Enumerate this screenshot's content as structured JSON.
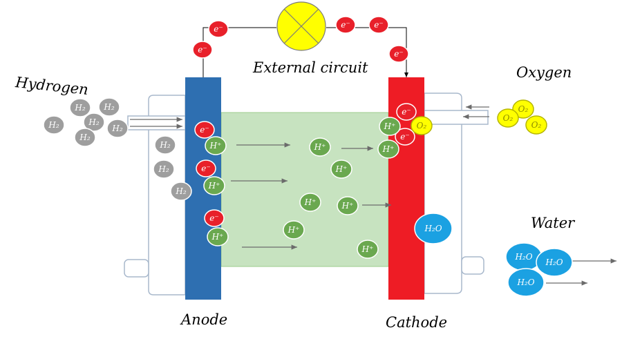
{
  "colors": {
    "anode": "#2e6fb1",
    "cathode": "#ee1c25",
    "electrolyte": "#c7e3c0",
    "electron": "#e8202a",
    "proton": "#6aa84f",
    "hydrogen": "#9e9e9e",
    "oxygen": "#ffff00",
    "water": "#1ba1e2",
    "lamp": "#ffff00"
  },
  "labels": {
    "hydrogen": "Hydrogen",
    "oxygen": "Oxygen",
    "water": "Water",
    "anode": "Anode",
    "cathode": "Cathode",
    "external_circuit": "External circuit"
  },
  "symbols": {
    "electron": "e⁻",
    "proton": "H⁺",
    "hydrogen": "H₂",
    "oxygen": "O₂",
    "water": "H₂O"
  },
  "icons": {
    "lamp": "lamp-icon"
  }
}
